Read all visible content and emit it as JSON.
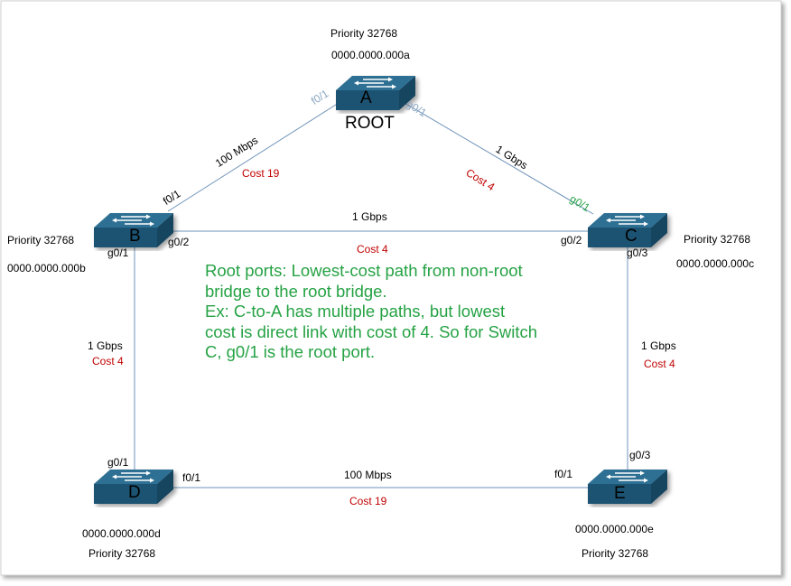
{
  "colors": {
    "link": "#6f93b8",
    "cost": "#c00000",
    "note": "#25a244",
    "switch_top": "#2e6f93",
    "switch_front": "#1d5272",
    "switch_side": "#174561"
  },
  "switches": {
    "A": {
      "letter": "A",
      "priority": "Priority 32768",
      "mac": "0000.0000.000a",
      "role": "ROOT"
    },
    "B": {
      "letter": "B",
      "priority": "Priority 32768",
      "mac": "0000.0000.000b"
    },
    "C": {
      "letter": "C",
      "priority": "Priority 32768",
      "mac": "0000.0000.000c"
    },
    "D": {
      "letter": "D",
      "priority": "Priority 32768",
      "mac": "0000.0000.000d"
    },
    "E": {
      "letter": "E",
      "priority": "Priority 32768",
      "mac": "0000.0000.000e"
    }
  },
  "links": {
    "AB": {
      "speed": "100 Mbps",
      "cost": "Cost 19",
      "port_a": "f0/1",
      "port_b": "f0/1"
    },
    "AC": {
      "speed": "1 Gbps",
      "cost": "Cost 4",
      "port_a": "g0/1",
      "port_c": "g0/1"
    },
    "BC": {
      "speed": "1 Gbps",
      "cost": "Cost 4",
      "port_b": "g0/2",
      "port_c": "g0/2"
    },
    "BD": {
      "speed": "1 Gbps",
      "cost": "Cost 4",
      "port_b": "g0/1",
      "port_d": "g0/1"
    },
    "CE": {
      "speed": "1 Gbps",
      "cost": "Cost 4",
      "port_c": "g0/3",
      "port_e": "g0/3"
    },
    "DE": {
      "speed": "100 Mbps",
      "cost": "Cost 19",
      "port_d": "f0/1",
      "port_e": "f0/1"
    }
  },
  "note": {
    "lines": [
      "Root ports: Lowest-cost path from non-root",
      "bridge to the root bridge.",
      "Ex: C-to-A has multiple paths, but lowest",
      "cost is direct link with cost of 4. So for Switch",
      "C, g0/1 is the root port."
    ]
  }
}
